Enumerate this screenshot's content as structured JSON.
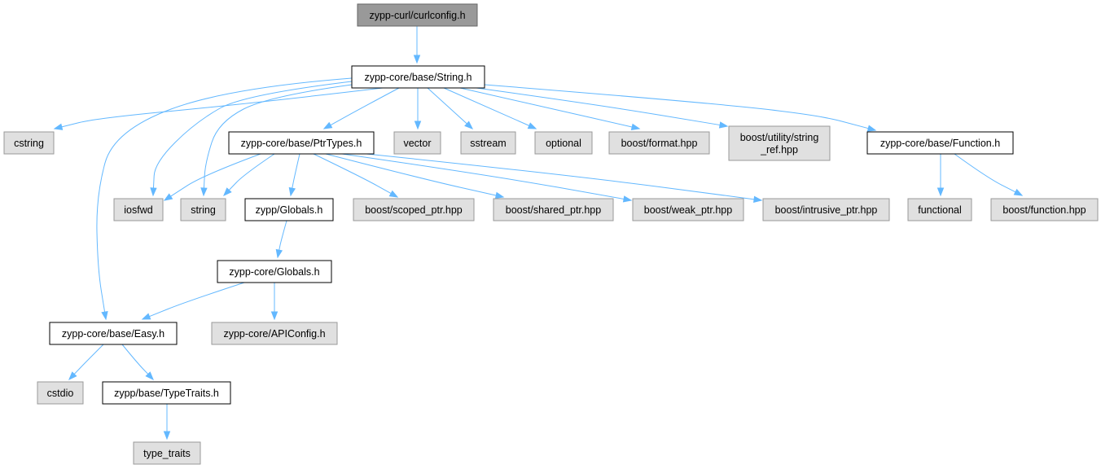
{
  "graph": {
    "nodes": [
      {
        "id": "root",
        "label": [
          "zypp-curl/curlconfig.h"
        ],
        "kind": "root"
      },
      {
        "id": "string_h",
        "label": [
          "zypp-core/base/String.h"
        ],
        "kind": "local"
      },
      {
        "id": "cstring",
        "label": [
          "cstring"
        ],
        "kind": "ext"
      },
      {
        "id": "ptrtypes_h",
        "label": [
          "zypp-core/base/PtrTypes.h"
        ],
        "kind": "local"
      },
      {
        "id": "vector",
        "label": [
          "vector"
        ],
        "kind": "ext"
      },
      {
        "id": "sstream",
        "label": [
          "sstream"
        ],
        "kind": "ext"
      },
      {
        "id": "optional",
        "label": [
          "optional"
        ],
        "kind": "ext"
      },
      {
        "id": "boost_format",
        "label": [
          "boost/format.hpp"
        ],
        "kind": "ext"
      },
      {
        "id": "boost_string_ref",
        "label": [
          "boost/utility/string",
          "_ref.hpp"
        ],
        "kind": "ext"
      },
      {
        "id": "function_h",
        "label": [
          "zypp-core/base/Function.h"
        ],
        "kind": "local"
      },
      {
        "id": "iosfwd",
        "label": [
          "iosfwd"
        ],
        "kind": "ext"
      },
      {
        "id": "string",
        "label": [
          "string"
        ],
        "kind": "ext"
      },
      {
        "id": "zypp_globals",
        "label": [
          "zypp/Globals.h"
        ],
        "kind": "local"
      },
      {
        "id": "boost_scoped",
        "label": [
          "boost/scoped_ptr.hpp"
        ],
        "kind": "ext"
      },
      {
        "id": "boost_shared",
        "label": [
          "boost/shared_ptr.hpp"
        ],
        "kind": "ext"
      },
      {
        "id": "boost_weak",
        "label": [
          "boost/weak_ptr.hpp"
        ],
        "kind": "ext"
      },
      {
        "id": "boost_intrusive",
        "label": [
          "boost/intrusive_ptr.hpp"
        ],
        "kind": "ext"
      },
      {
        "id": "functional",
        "label": [
          "functional"
        ],
        "kind": "ext"
      },
      {
        "id": "boost_function",
        "label": [
          "boost/function.hpp"
        ],
        "kind": "ext"
      },
      {
        "id": "core_globals",
        "label": [
          "zypp-core/Globals.h"
        ],
        "kind": "local"
      },
      {
        "id": "easy_h",
        "label": [
          "zypp-core/base/Easy.h"
        ],
        "kind": "local"
      },
      {
        "id": "apiconfig",
        "label": [
          "zypp-core/APIConfig.h"
        ],
        "kind": "ext"
      },
      {
        "id": "cstdio",
        "label": [
          "cstdio"
        ],
        "kind": "ext"
      },
      {
        "id": "typetraits_h",
        "label": [
          "zypp/base/TypeTraits.h"
        ],
        "kind": "local"
      },
      {
        "id": "type_traits",
        "label": [
          "type_traits"
        ],
        "kind": "ext"
      }
    ],
    "edges": [
      {
        "from": "root",
        "to": "string_h"
      },
      {
        "from": "string_h",
        "to": "cstring"
      },
      {
        "from": "string_h",
        "to": "ptrtypes_h"
      },
      {
        "from": "string_h",
        "to": "vector"
      },
      {
        "from": "string_h",
        "to": "sstream"
      },
      {
        "from": "string_h",
        "to": "optional"
      },
      {
        "from": "string_h",
        "to": "boost_format"
      },
      {
        "from": "string_h",
        "to": "boost_string_ref"
      },
      {
        "from": "string_h",
        "to": "function_h"
      },
      {
        "from": "string_h",
        "to": "iosfwd"
      },
      {
        "from": "string_h",
        "to": "string"
      },
      {
        "from": "string_h",
        "to": "easy_h"
      },
      {
        "from": "ptrtypes_h",
        "to": "iosfwd"
      },
      {
        "from": "ptrtypes_h",
        "to": "string"
      },
      {
        "from": "ptrtypes_h",
        "to": "zypp_globals"
      },
      {
        "from": "ptrtypes_h",
        "to": "boost_scoped"
      },
      {
        "from": "ptrtypes_h",
        "to": "boost_shared"
      },
      {
        "from": "ptrtypes_h",
        "to": "boost_weak"
      },
      {
        "from": "ptrtypes_h",
        "to": "boost_intrusive"
      },
      {
        "from": "function_h",
        "to": "functional"
      },
      {
        "from": "function_h",
        "to": "boost_function"
      },
      {
        "from": "zypp_globals",
        "to": "core_globals"
      },
      {
        "from": "core_globals",
        "to": "easy_h"
      },
      {
        "from": "core_globals",
        "to": "apiconfig"
      },
      {
        "from": "easy_h",
        "to": "cstdio"
      },
      {
        "from": "easy_h",
        "to": "typetraits_h"
      },
      {
        "from": "typetraits_h",
        "to": "type_traits"
      }
    ]
  }
}
